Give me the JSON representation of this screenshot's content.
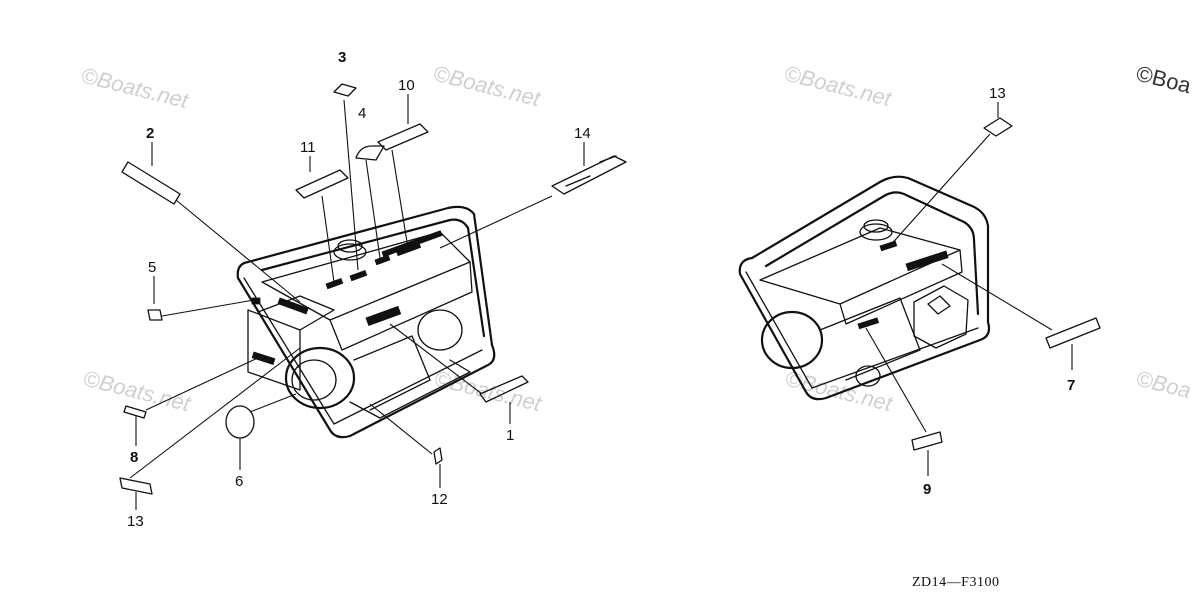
{
  "diagram_code": "ZD14—F3100",
  "watermarks": [
    "©Boats.net",
    "©Boats.net",
    "©Boats.net",
    "©Boats.net",
    "©Boats.net",
    "©Boats.net"
  ],
  "corner_watermark": "©Boa",
  "edge_watermark": "©Boa",
  "callouts": {
    "c1": "1",
    "c2": "2",
    "c3": "3",
    "c4": "4",
    "c5": "5",
    "c6": "6",
    "c7": "7",
    "c8": "8",
    "c9": "9",
    "c10": "10",
    "c11": "11",
    "c12": "12",
    "c13_left": "13",
    "c13_right": "13",
    "c14": "14"
  }
}
